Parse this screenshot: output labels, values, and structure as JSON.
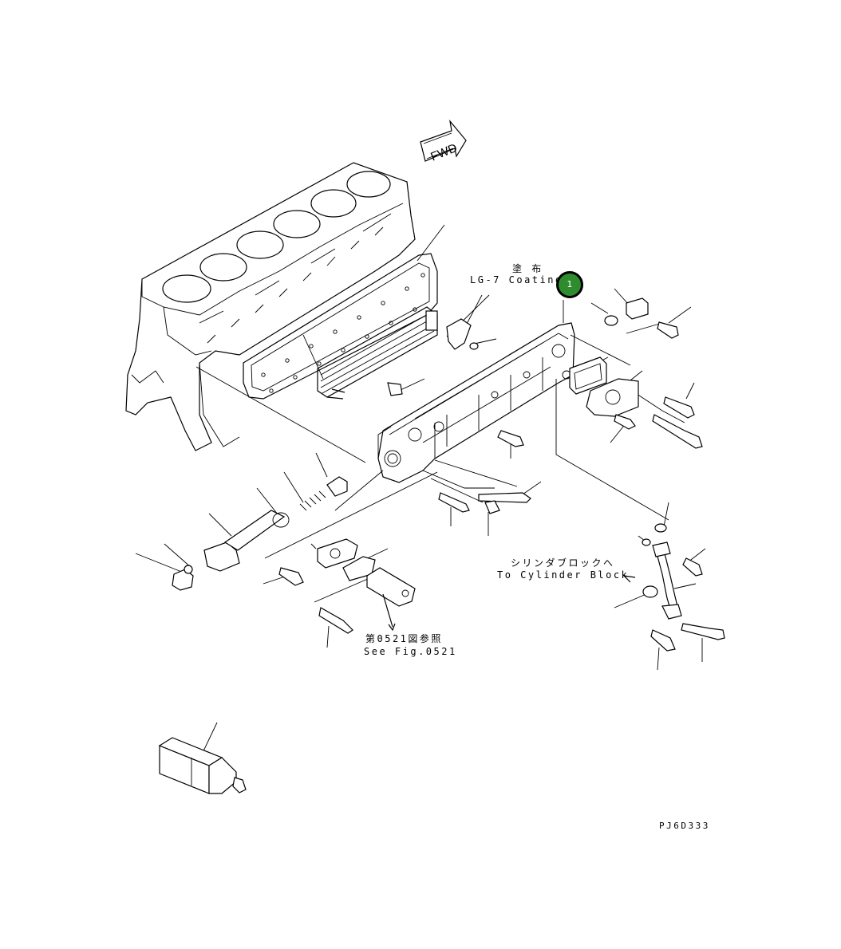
{
  "labels": {
    "fwd": "FWD",
    "coating_jp": "塗 布",
    "coating_en": "LG-7 Coating",
    "cylinder_block_jp": "シリンダブロックへ",
    "cylinder_block_en": "To Cylinder Block",
    "see_fig_jp": "第0521図参照",
    "see_fig_en": "See Fig.0521",
    "figure_code": "PJ6D333"
  },
  "callouts": [
    {
      "number": "1",
      "color": "#2e8b2e"
    }
  ]
}
